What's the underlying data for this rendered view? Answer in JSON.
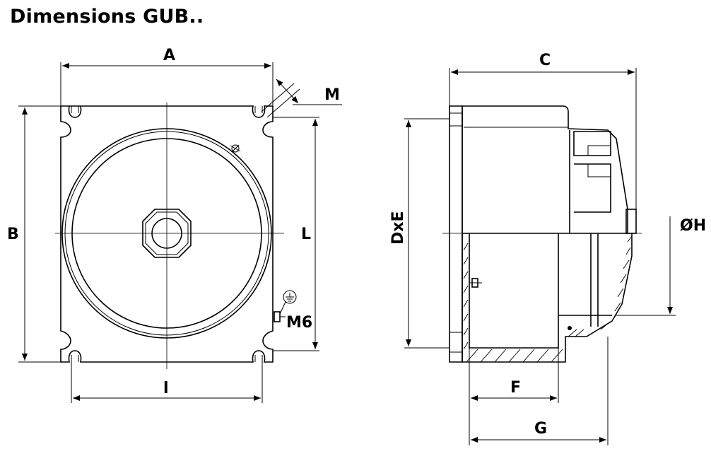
{
  "title": "Dimensions GUB..",
  "labels": {
    "A": "A",
    "B": "B",
    "L": "L",
    "l": "l",
    "M": "M",
    "M6": "M6",
    "C": "C",
    "DxE": "DxE",
    "H": "ØH",
    "F": "F",
    "G": "G"
  }
}
